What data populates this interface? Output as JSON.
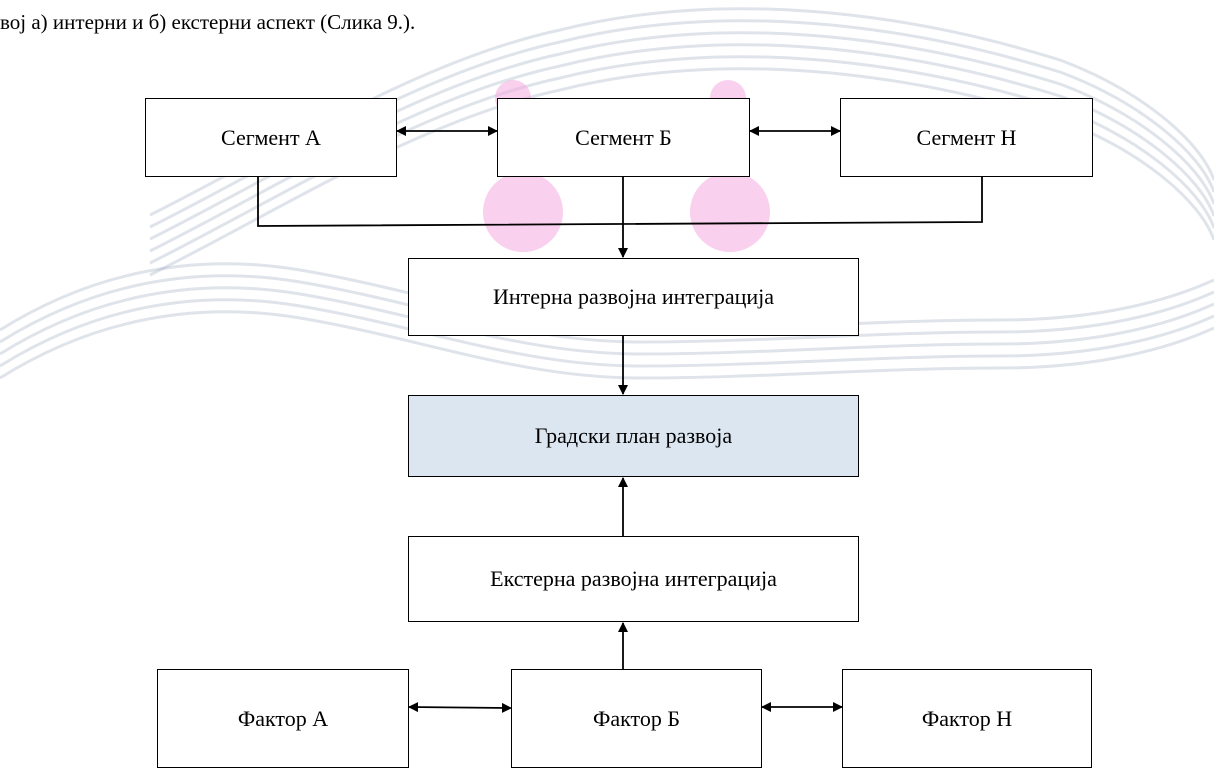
{
  "caption": "вој а) интерни и б) екстерни аспект (Слика 9.).",
  "colors": {
    "highlight_box": "#dce6f1",
    "watermark_band": "#9aa9bd",
    "watermark_dot": "#f4a9de"
  },
  "nodes": {
    "segment_a": "Сегмент А",
    "segment_b": "Сегмент Б",
    "segment_n": "Сегмент Н",
    "internal_integration": "Интерна развојна интеграција",
    "city_plan": "Градски план развоја",
    "external_integration": "Екстерна развојна интеграција",
    "factor_a": "Фактор А",
    "factor_b": "Фактор Б",
    "factor_n": "Фактор Н"
  },
  "edges": [
    {
      "from": "segment_a",
      "to": "segment_b",
      "direction": "both"
    },
    {
      "from": "segment_b",
      "to": "segment_n",
      "direction": "both"
    },
    {
      "from": "segment_a",
      "to": "internal_integration",
      "direction": "forward"
    },
    {
      "from": "segment_b",
      "to": "internal_integration",
      "direction": "forward"
    },
    {
      "from": "segment_n",
      "to": "internal_integration",
      "direction": "forward"
    },
    {
      "from": "internal_integration",
      "to": "city_plan",
      "direction": "forward"
    },
    {
      "from": "external_integration",
      "to": "city_plan",
      "direction": "forward"
    },
    {
      "from": "factor_b",
      "to": "external_integration",
      "direction": "forward"
    },
    {
      "from": "factor_a",
      "to": "factor_b",
      "direction": "both"
    },
    {
      "from": "factor_b",
      "to": "factor_n",
      "direction": "both"
    }
  ]
}
